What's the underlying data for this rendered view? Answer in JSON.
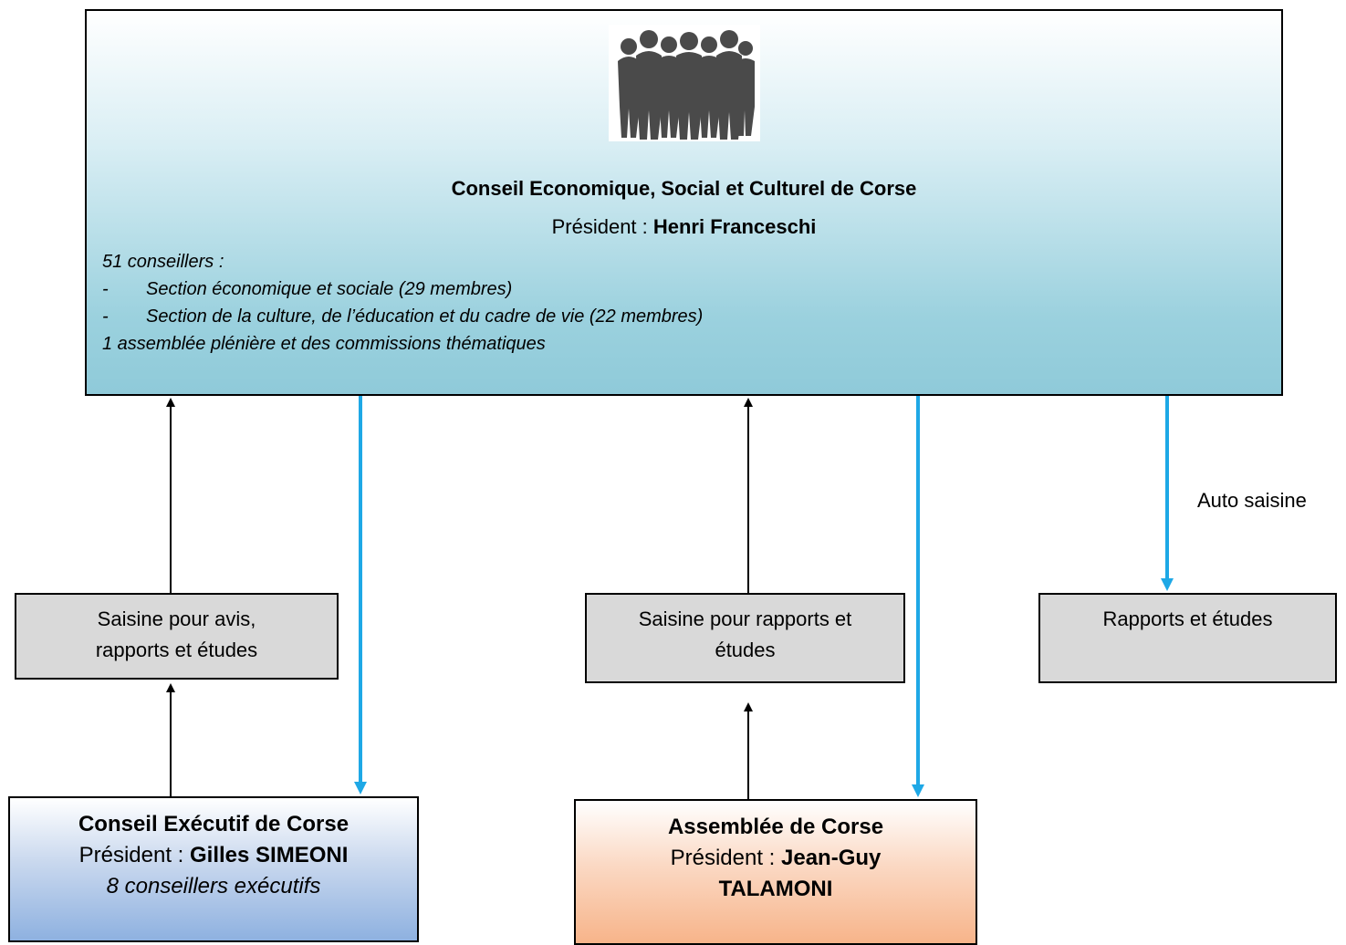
{
  "top_box": {
    "title": "Conseil Economique, Social et Culturel de Corse",
    "president_label": "Président : ",
    "president_name": "Henri Franceschi",
    "details": {
      "line1": "51 conseillers :",
      "dash": "-",
      "section1": "Section économique et sociale (29 membres)",
      "section2": "Section de la culture, de l’éducation et du cadre de vie (22 membres)",
      "line4": "1 assemblée plénière et des commissions thématiques"
    },
    "icon": "group-silhouette-icon"
  },
  "gray_boxes": {
    "saisine_avis": {
      "line1": "Saisine pour avis,",
      "line2": "rapports et études"
    },
    "saisine_rapports": {
      "line1": "Saisine pour rapports et",
      "line2": "études"
    },
    "rapports_etudes": {
      "line1": "Rapports et études"
    }
  },
  "auto_saisine": "Auto saisine",
  "conseil_executif": {
    "title": "Conseil Exécutif de Corse",
    "president_label": "Président : ",
    "president_name": "Gilles SIMEONI",
    "note": "8 conseillers exécutifs"
  },
  "assemblee": {
    "title": "Assemblée de Corse",
    "president_label": "Président : ",
    "president_name_1": "Jean-Guy",
    "president_name_2": "TALAMONI"
  },
  "colors": {
    "arrow_black": "#000000",
    "arrow_blue": "#1ea8e6",
    "gray_box": "#d9d9d9",
    "top_box_bottom": "#8fcad9",
    "exec_box_bottom": "#8eb1e0",
    "assemblee_box_bottom": "#f7b48a"
  }
}
